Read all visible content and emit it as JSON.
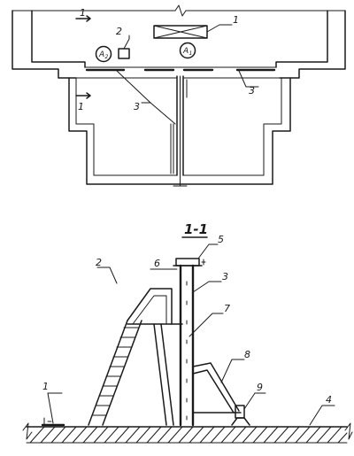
{
  "plan": {
    "callouts": [
      "1",
      "2",
      "3",
      "3"
    ],
    "section_marks": [
      "1",
      "1"
    ],
    "circles": [
      {
        "letter": "A",
        "sub": "2"
      },
      {
        "letter": "A",
        "sub": "1"
      }
    ]
  },
  "section": {
    "title": "1-1",
    "callouts": [
      "1",
      "2",
      "3",
      "4",
      "5",
      "6",
      "7",
      "8",
      "9"
    ]
  }
}
